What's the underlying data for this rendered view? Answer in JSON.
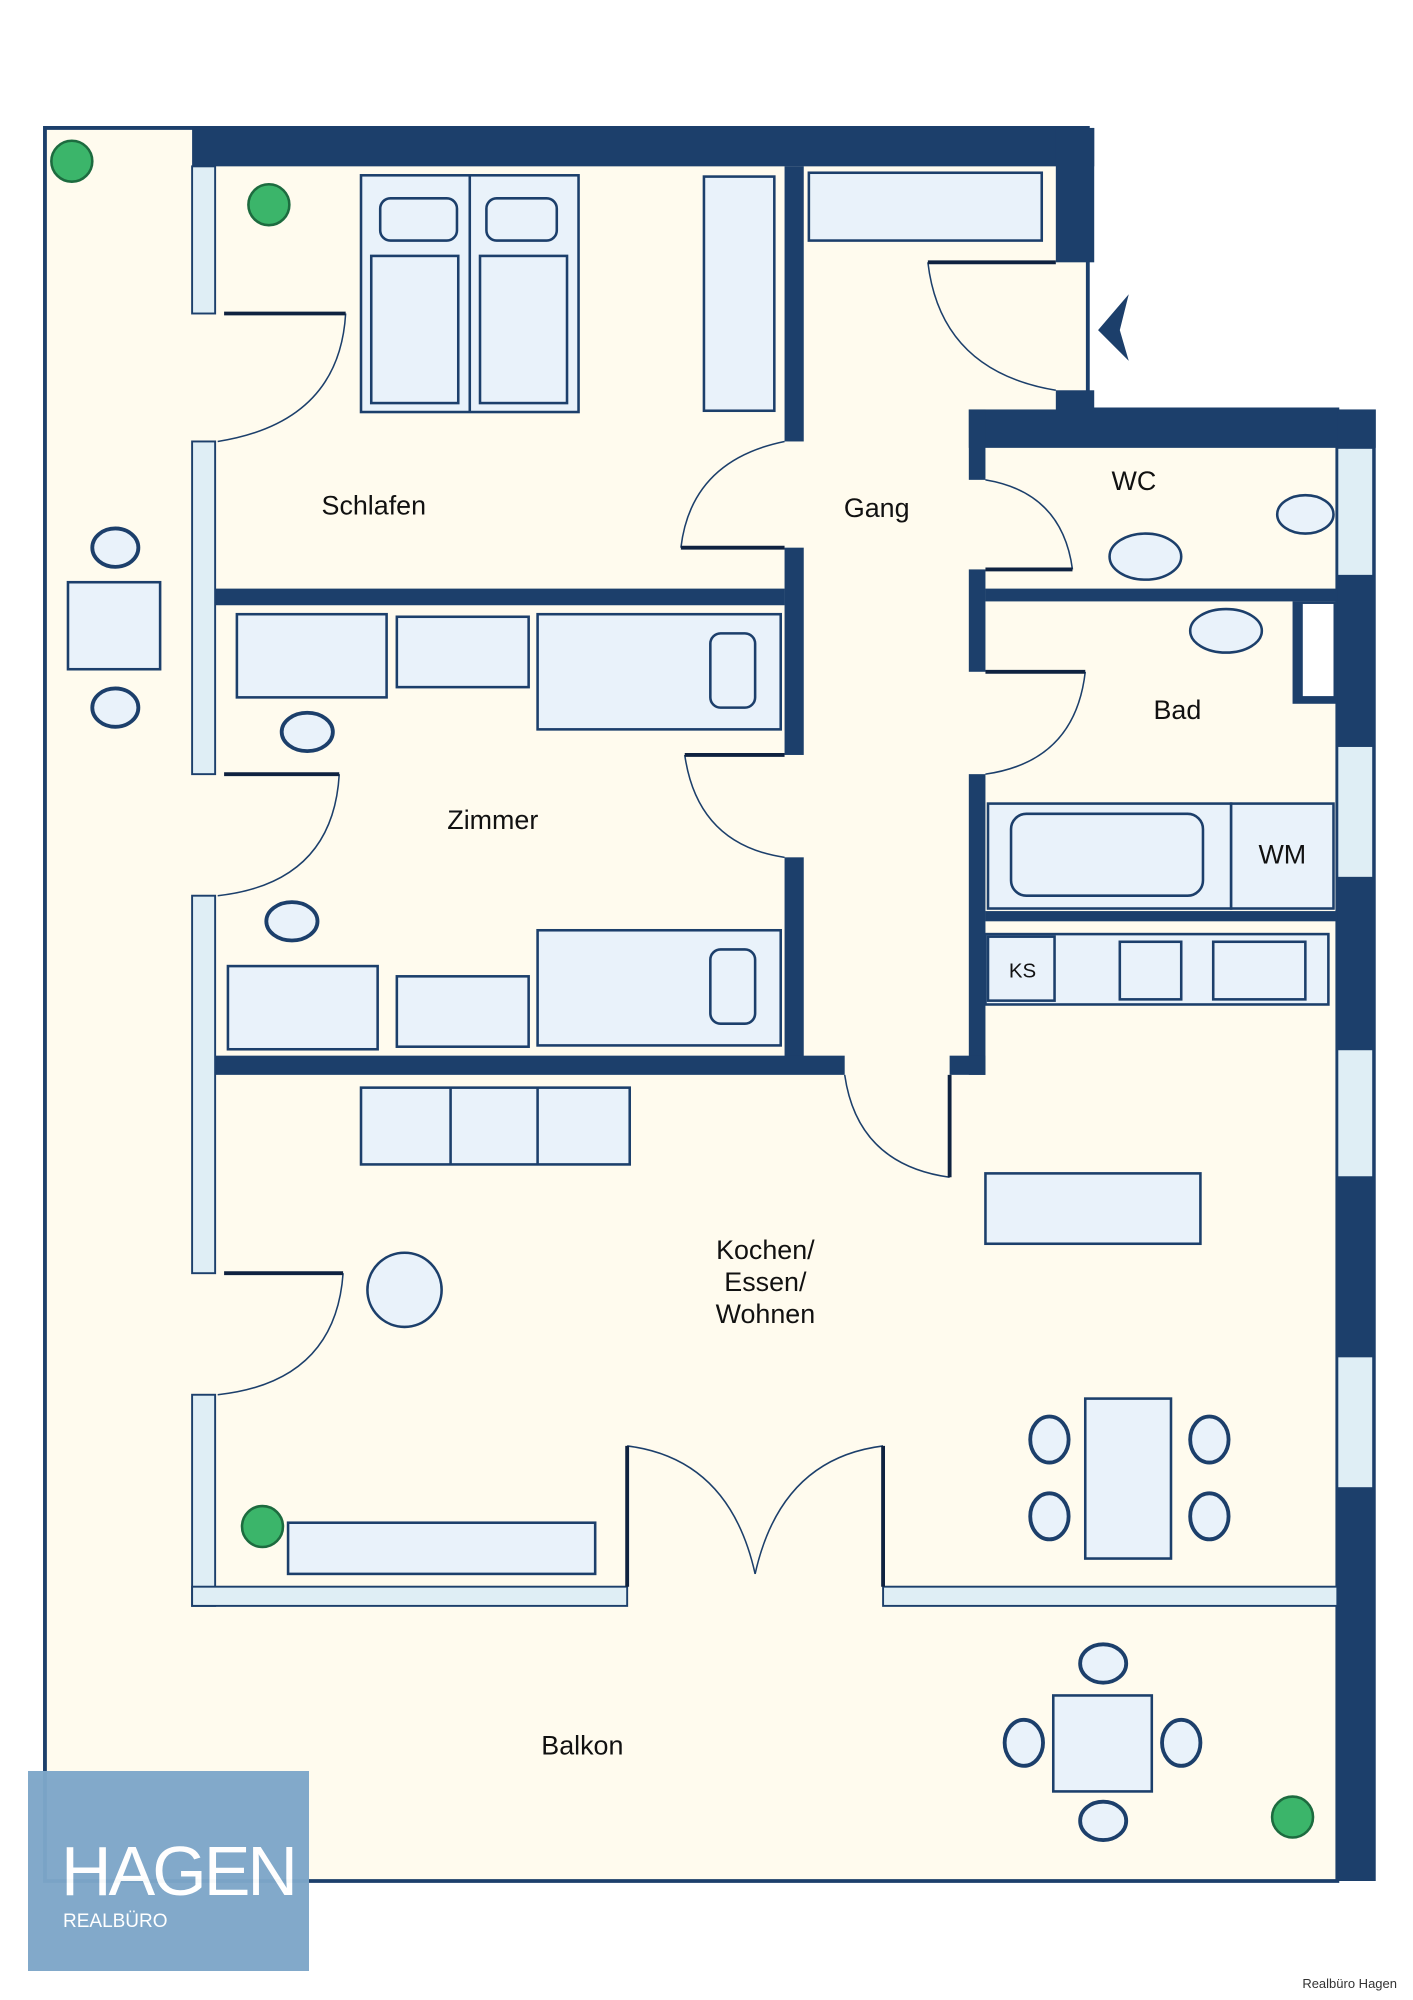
{
  "rooms": {
    "schlafen": "Schlafen",
    "gang": "Gang",
    "wc": "WC",
    "bad": "Bad",
    "zimmer": "Zimmer",
    "kochen_1": "Kochen/",
    "kochen_2": "Essen/",
    "kochen_3": "Wohnen",
    "balkon": "Balkon"
  },
  "fixtures": {
    "fridge": "KS",
    "washer": "WM"
  },
  "logo": {
    "name": "HAGEN",
    "sub": "REALBÜRO"
  },
  "credit": "Realbüro Hagen",
  "colors": {
    "wall": "#1c3f6b",
    "floor": "#fffbee",
    "furniture": "#e9f2fa",
    "logo_bg": "#7ea7c9"
  }
}
